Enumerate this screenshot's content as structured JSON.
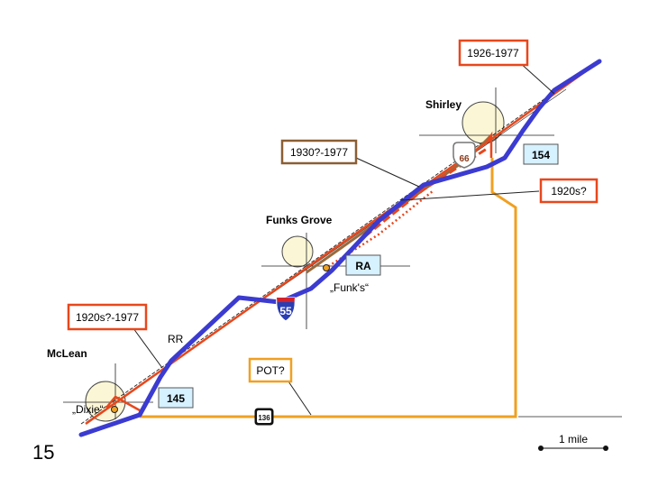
{
  "slide_number": "15",
  "towns": {
    "mclean": "McLean",
    "funks_grove": "Funks Grove",
    "shirley": "Shirley"
  },
  "places": {
    "dixie": "„Dixie“",
    "funks": "„Funk's“",
    "rr": "RR"
  },
  "callouts": {
    "c1926_1977": "1926-1977",
    "c1930_1977": "1930?-1977",
    "c1920s": "1920s?",
    "c1920s_1977": "1920s?-1977",
    "pot": "POT?"
  },
  "route_boxes": {
    "r154": "154",
    "ra": "RA",
    "r145": "145"
  },
  "shields": {
    "us66": "66",
    "i55": "55",
    "il136": "136"
  },
  "scale": {
    "label": "1 mile"
  },
  "colors": {
    "route66_1926": "#e8471c",
    "route66_1930": "#9b6a3c",
    "interstate": "#3b3bd1",
    "pot_road": "#f0a020",
    "callout_orange": "#e8471c",
    "callout_brown": "#8b5e34",
    "route_box_fill": "#d6f1ff"
  }
}
